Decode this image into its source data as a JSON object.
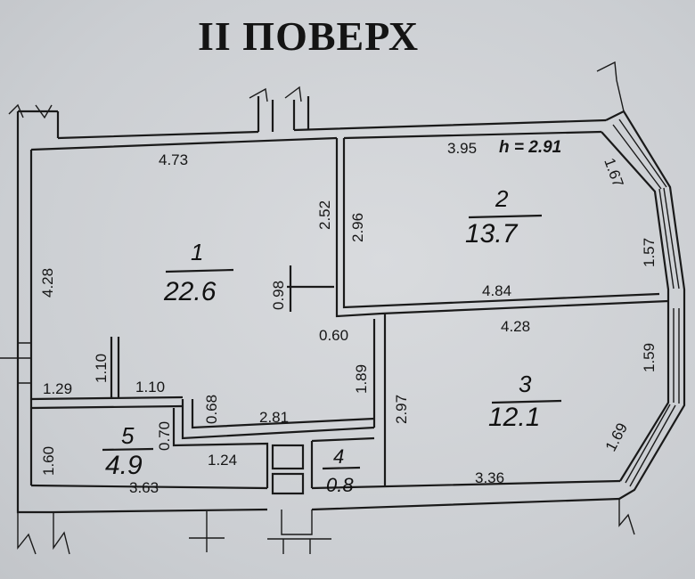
{
  "title": "II ПОВЕРХ",
  "ceiling_height": "h = 2.91",
  "rooms": [
    {
      "number": "1",
      "area": "22.6"
    },
    {
      "number": "2",
      "area": "13.7"
    },
    {
      "number": "3",
      "area": "12.1"
    },
    {
      "number": "4",
      "area": "0.8"
    },
    {
      "number": "5",
      "area": "4.9"
    }
  ],
  "dimensions": {
    "d_4_73": "4.73",
    "d_3_95": "3.95",
    "d_1_67": "1.67",
    "d_2_52": "2.52",
    "d_2_96": "2.96",
    "d_4_28_left": "4.28",
    "d_0_98": "0.98",
    "d_1_57": "1.57",
    "d_4_84": "4.84",
    "d_4_28_mid": "4.28",
    "d_0_60": "0.60",
    "d_1_10_v": "1.10",
    "d_1_29": "1.29",
    "d_1_10_h": "1.10",
    "d_0_68": "0.68",
    "d_1_89": "1.89",
    "d_2_97": "2.97",
    "d_1_59": "1.59",
    "d_2_81": "2.81",
    "d_0_70": "0.70",
    "d_1_60": "1.60",
    "d_1_24": "1.24",
    "d_3_63": "3.63",
    "d_3_36": "3.36",
    "d_1_69": "1.69"
  }
}
